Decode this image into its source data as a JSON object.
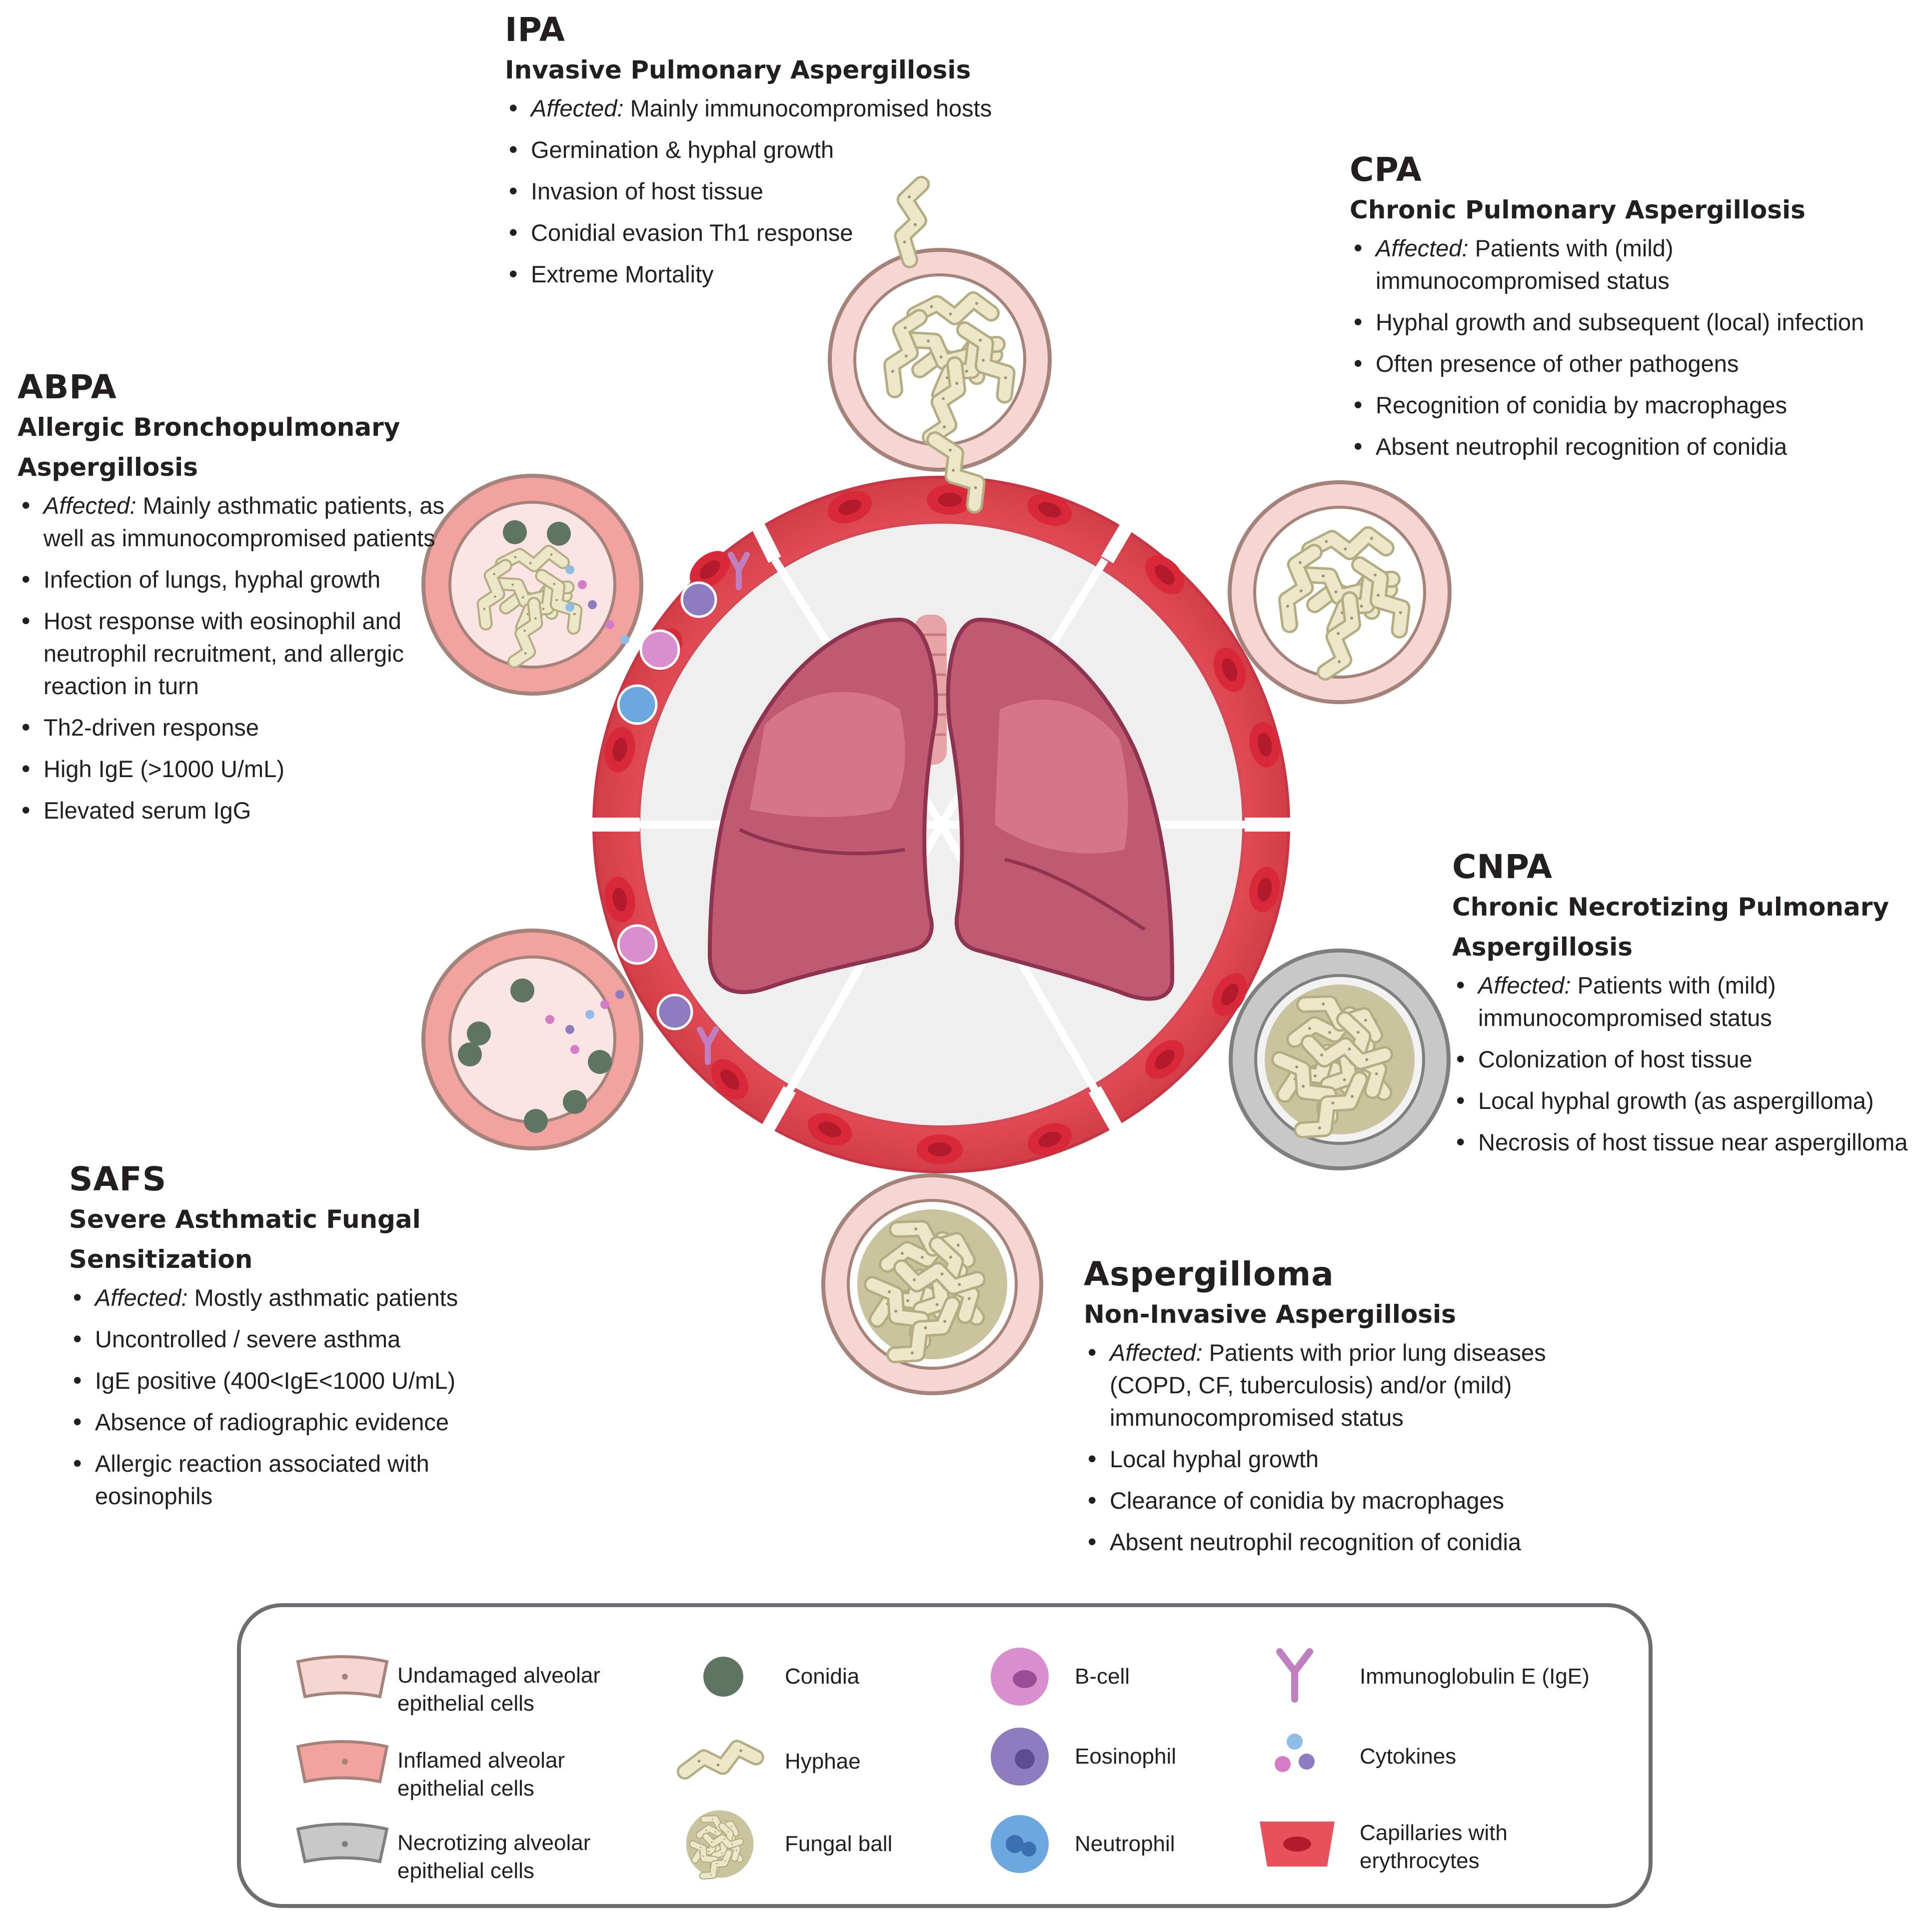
{
  "panels": {
    "ipa": {
      "abbr": "IPA",
      "full": "Invasive Pulmonary Aspergillosis",
      "points": [
        "Mainly immunocompromised hosts",
        "Germination & hyphal growth",
        "Invasion of host tissue",
        "Conidial evasion Th1 response",
        "Extreme Mortality"
      ]
    },
    "cpa": {
      "abbr": "CPA",
      "full": "Chronic Pulmonary Aspergillosis",
      "points": [
        "Patients with (mild) immunocompromised status",
        "Hyphal growth and subsequent (local) infection",
        "Often presence of other pathogens",
        "Recognition of conidia by macrophages",
        "Absent neutrophil recognition of conidia"
      ]
    },
    "abpa": {
      "abbr": "ABPA",
      "full": "Allergic Bronchopulmonary Aspergillosis",
      "points": [
        "Mainly asthmatic patients, as well as immunocompromised patients",
        "Infection of lungs, hyphal growth",
        "Host response with eosinophil and neutrophil recruitment, and allergic reaction in turn",
        "Th2-driven response",
        "High IgE (>1000 U/mL)",
        "Elevated serum IgG"
      ]
    },
    "cnpa": {
      "abbr": "CNPA",
      "full": "Chronic Necrotizing Pulmonary Aspergillosis",
      "points": [
        "Patients with (mild) immunocompromised status",
        "Colonization of host tissue",
        "Local hyphal growth (as aspergilloma)",
        "Necrosis of host tissue near aspergilloma"
      ]
    },
    "safs": {
      "abbr": "SAFS",
      "full": "Severe Asthmatic Fungal Sensitization",
      "points": [
        "Mostly asthmatic patients",
        "Uncontrolled / severe asthma",
        "IgE positive (400<IgE<1000 U/mL)",
        "Absence of radiographic evidence",
        "Allergic reaction associated with eosinophils"
      ]
    },
    "aspergilloma": {
      "abbr": "Aspergilloma",
      "full": "Non-Invasive Aspergillosis",
      "points": [
        "Patients with prior lung diseases (COPD, CF, tuberculosis) and/or (mild) immunocompromised status",
        "Local hyphal growth",
        "Clearance of conidia by macrophages",
        "Absent neutrophil recognition of conidia"
      ]
    }
  },
  "affected_label": "Affected:",
  "legend": {
    "undamaged": "Undamaged alveolar epithelial cells",
    "inflamed": "Inflamed alveolar epithelial cells",
    "necrotizing": "Necrotizing alveolar epithelial cells",
    "conidia": "Conidia",
    "hyphae": "Hyphae",
    "fungal_ball": "Fungal ball",
    "bcell": "B-cell",
    "eosinophil": "Eosinophil",
    "neutrophil": "Neutrophil",
    "ige": "Immunoglobulin E (IgE)",
    "cytokines": "Cytokines",
    "capillaries": "Capillaries with erythrocytes"
  },
  "colors": {
    "capillary": "#e8505b",
    "capillary_dark": "#c9353f",
    "erythrocyte": "#d8283a",
    "undamaged_fill": "#f6d6d3",
    "inflamed_fill": "#f2a29f",
    "necrotizing_fill": "#c8c8c8",
    "hyphae": "#e9e4c5",
    "conidia": "#5f7563",
    "lung": "#c05a72",
    "bcell": "#d98fce",
    "eosinophil": "#8e7cc0",
    "neutrophil": "#6da7df",
    "legend_border": "#6d6e71"
  }
}
